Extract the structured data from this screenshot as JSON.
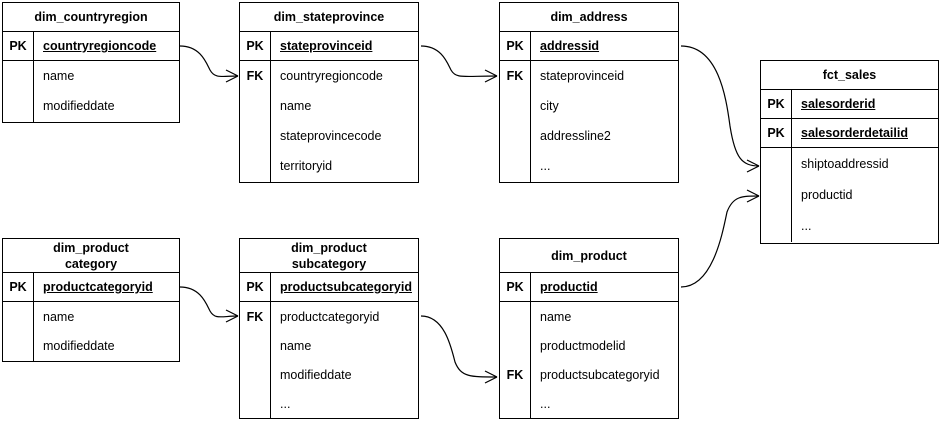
{
  "diagram": {
    "title": "star-schema-er-diagram",
    "background": "#ffffff",
    "line_color": "#000000",
    "notation": "crow-foot"
  },
  "entities": [
    {
      "id": "dim_countryregion",
      "title_lines": [
        "dim_countryregion"
      ],
      "keys": [
        {
          "label": "PK",
          "name": "countryregioncode"
        }
      ],
      "attributes": [
        "name",
        "modifieddate"
      ],
      "body_key_label": ""
    },
    {
      "id": "dim_stateprovince",
      "title_lines": [
        "dim_stateprovince"
      ],
      "keys": [
        {
          "label": "PK",
          "name": "stateprovinceid"
        }
      ],
      "attributes": [
        "countryregioncode",
        "name",
        "stateprovincecode",
        "territoryid"
      ],
      "body_key_label": "FK"
    },
    {
      "id": "dim_address",
      "title_lines": [
        "dim_address"
      ],
      "keys": [
        {
          "label": "PK",
          "name": "addressid"
        }
      ],
      "attributes": [
        "stateprovinceid",
        "city",
        "addressline2",
        "..."
      ],
      "body_key_label": "FK"
    },
    {
      "id": "fct_sales",
      "title_lines": [
        "fct_sales"
      ],
      "keys": [
        {
          "label": "PK",
          "name": "salesorderid"
        },
        {
          "label": "PK",
          "name": "salesorderdetailid"
        }
      ],
      "attributes": [
        "shiptoaddressid",
        "productid",
        "..."
      ],
      "body_key_label": ""
    },
    {
      "id": "dim_productcategory",
      "title_lines": [
        "dim_product",
        "category"
      ],
      "keys": [
        {
          "label": "PK",
          "name": "productcategoryid"
        }
      ],
      "attributes": [
        "name",
        "modifieddate"
      ],
      "body_key_label": ""
    },
    {
      "id": "dim_productsubcategory",
      "title_lines": [
        "dim_product",
        "subcategory"
      ],
      "keys": [
        {
          "label": "PK",
          "name": "productsubcategoryid"
        }
      ],
      "attributes": [
        "productcategoryid",
        "name",
        "modifieddate",
        "..."
      ],
      "body_key_label": "FK"
    },
    {
      "id": "dim_product",
      "title_lines": [
        "dim_product"
      ],
      "keys": [
        {
          "label": "PK",
          "name": "productid"
        }
      ],
      "attributes": [
        "name",
        "productmodelid",
        "productsubcategoryid",
        "..."
      ],
      "body_key_label": "FK"
    }
  ],
  "relationships": [
    {
      "id": "rel-countryregion-stateprovince",
      "from": "dim_countryregion.countryregioncode",
      "to": "dim_stateprovince.countryregioncode",
      "cardinality": "one-to-many"
    },
    {
      "id": "rel-stateprovince-address",
      "from": "dim_stateprovince.stateprovinceid",
      "to": "dim_address.stateprovinceid",
      "cardinality": "one-to-many"
    },
    {
      "id": "rel-address-sales",
      "from": "dim_address.addressid",
      "to": "fct_sales.shiptoaddressid",
      "cardinality": "one-to-many"
    },
    {
      "id": "rel-product-sales",
      "from": "dim_product.productid",
      "to": "fct_sales.productid",
      "cardinality": "one-to-many"
    },
    {
      "id": "rel-productcategory-subcategory",
      "from": "dim_productcategory.productcategoryid",
      "to": "dim_productsubcategory.productcategoryid",
      "cardinality": "one-to-many"
    },
    {
      "id": "rel-subcategory-product",
      "from": "dim_productsubcategory.productcategoryid",
      "to": "dim_product.productsubcategoryid",
      "cardinality": "one-to-many"
    }
  ]
}
